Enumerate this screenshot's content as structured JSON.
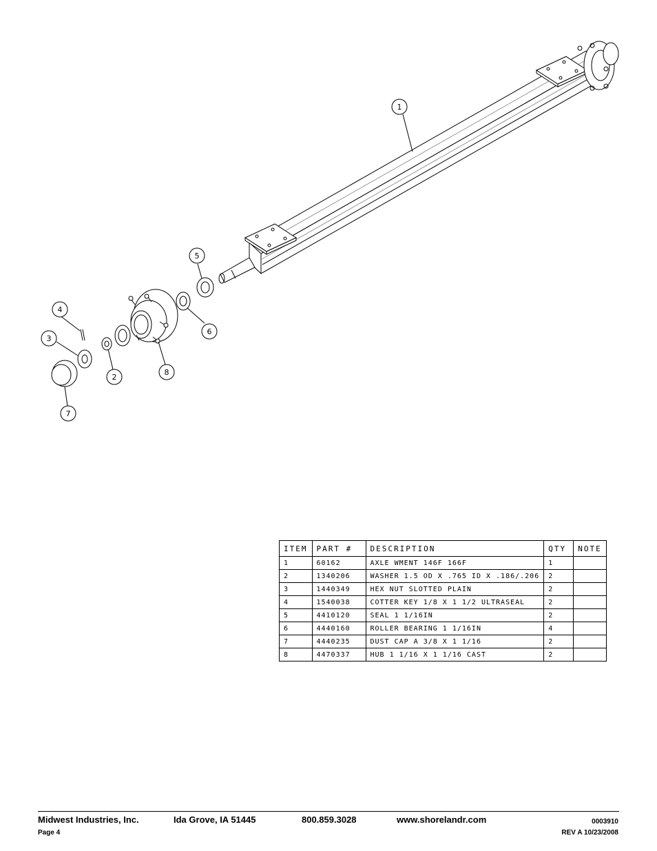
{
  "drawing": {
    "balloons": [
      "1",
      "2",
      "3",
      "4",
      "5",
      "6",
      "7",
      "8"
    ]
  },
  "parts_table": {
    "headers": [
      "ITEM",
      "PART #",
      "DESCRIPTION",
      "QTY",
      "NOTE"
    ],
    "rows": [
      {
        "item": "1",
        "part": "60162",
        "description": "AXLE WMENT   146F 166F",
        "qty": "1",
        "note": ""
      },
      {
        "item": "2",
        "part": "1340206",
        "description": "WASHER 1.5 OD X .765 ID X .186/.206",
        "qty": "2",
        "note": ""
      },
      {
        "item": "3",
        "part": "1440349",
        "description": "HEX NUT SLOTTED PLAIN",
        "qty": "2",
        "note": ""
      },
      {
        "item": "4",
        "part": "1540038",
        "description": "COTTER KEY 1/8 X 1 1/2 ULTRASEAL",
        "qty": "2",
        "note": ""
      },
      {
        "item": "5",
        "part": "4410120",
        "description": "SEAL  1 1/16IN",
        "qty": "2",
        "note": ""
      },
      {
        "item": "6",
        "part": "4440160",
        "description": "ROLLER BEARING   1 1/16IN",
        "qty": "4",
        "note": ""
      },
      {
        "item": "7",
        "part": "4440235",
        "description": "DUST CAP A 3/8 X 1 1/16",
        "qty": "2",
        "note": ""
      },
      {
        "item": "8",
        "part": "4470337",
        "description": "HUB   1 1/16 X 1 1/16 CAST",
        "qty": "2",
        "note": ""
      }
    ]
  },
  "footer": {
    "company": "Midwest Industries, Inc.",
    "location": "Ida Grove, IA  51445",
    "phone": "800.859.3028",
    "website": "www.shorelandr.com",
    "doc_number": "0003910",
    "page": "Page 4",
    "revision": "REV A  10/23/2008"
  }
}
